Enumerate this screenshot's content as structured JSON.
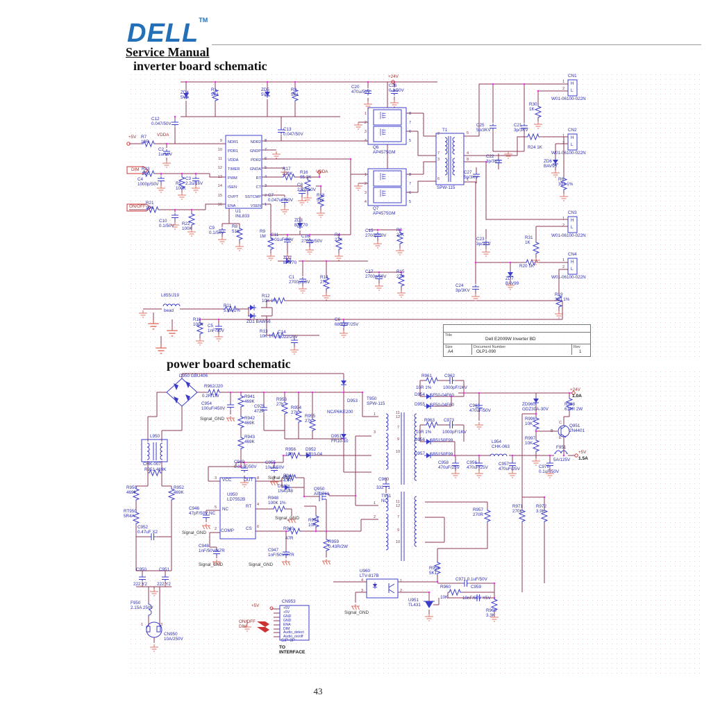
{
  "header": {
    "logo": "DELL",
    "tm": "TM",
    "manual_title": "Service Manual"
  },
  "sections": {
    "inverter_heading": "inverter board schematic",
    "power_heading": "power board schematic"
  },
  "title_block": {
    "title_label": "Title",
    "title": "Dell E2009W  Inverter BD",
    "size_label": "Size",
    "size": "A4",
    "doc_label": "Document Number",
    "doc": "OLP1-090",
    "rev_label": "Rev",
    "rev": "1"
  },
  "page_number": "43",
  "colors": {
    "wire": "#8d3a57",
    "component_blue": "#3c3cc8",
    "label_blue": "#2e2eb0",
    "label_red": "#a03434",
    "ground_red": "#e07468",
    "junction_magenta": "#ee2fee",
    "logo_blue": "#2470b8"
  },
  "inverter_labels": [
    [
      "ZD4\n5V6",
      260,
      131,
      "b"
    ],
    [
      "R1\n5K1",
      304,
      127,
      "b"
    ],
    [
      "ZD5\n5V6",
      376,
      127,
      "b"
    ],
    [
      "R2\n5K1",
      419,
      127,
      "b"
    ],
    [
      "+24V",
      559,
      108,
      "r"
    ],
    [
      "C20\n470u/50V",
      506,
      123,
      "b"
    ],
    [
      "C26\n0.1/50V",
      560,
      121,
      "b"
    ],
    [
      "C12\n0.047/50V",
      218,
      169,
      "b"
    ],
    [
      "C13\n0.047/50V",
      408,
      184,
      "b"
    ],
    [
      "VDDA",
      226,
      192,
      "r"
    ],
    [
      "+5V",
      185,
      195,
      "r"
    ],
    [
      "R7\n10R",
      203,
      195,
      "b"
    ],
    [
      "C2\n1u/16V",
      228,
      213,
      "b"
    ],
    [
      "DIM",
      189,
      242,
      "r"
    ],
    [
      "R23\n10K",
      204,
      241,
      "b"
    ],
    [
      "C4\n1000p/50V",
      198,
      256,
      "b"
    ],
    [
      "R5\n100K",
      253,
      262,
      "b"
    ],
    [
      "C3\n2.2u/16V",
      267,
      255,
      "b"
    ],
    [
      "ON/OFF",
      186,
      295,
      "r"
    ],
    [
      "R21\n10K",
      210,
      290,
      "b"
    ],
    [
      "C10\n0.1/50V",
      229,
      316,
      "b"
    ],
    [
      "R22\n100K",
      262,
      320,
      "b"
    ],
    [
      "C9\n0.1/50V",
      301,
      326,
      "b"
    ],
    [
      "R8\n51K",
      334,
      324,
      "b"
    ],
    [
      "U1\nINL833",
      339,
      302,
      "b"
    ],
    [
      "R17\n330K",
      407,
      241,
      "b"
    ],
    [
      "VDDA",
      455,
      245,
      "r"
    ],
    [
      "R16\n95.3K",
      432,
      246,
      "b"
    ],
    [
      "C8\n220p/50V",
      428,
      264,
      "b"
    ],
    [
      "R18\n51K",
      456,
      279,
      "b"
    ],
    [
      "C7\n0.047uF/50V",
      386,
      279,
      "b"
    ],
    [
      "R9\n1M",
      374,
      331,
      "b"
    ],
    [
      "C11\n0.01uF/50V",
      390,
      336,
      "b"
    ],
    [
      "ZD3\nBAV70",
      424,
      315,
      "b"
    ],
    [
      "C16\n2700p/50V",
      434,
      338,
      "b"
    ],
    [
      "R4\n27K",
      482,
      336,
      "b"
    ],
    [
      "ZD2\nBAV70",
      408,
      369,
      "b"
    ],
    [
      "C1\n2700p/50V",
      416,
      397,
      "b"
    ],
    [
      "R14\n27K",
      461,
      397,
      "b"
    ],
    [
      "Q6\nAP4575GM",
      537,
      210,
      "b"
    ],
    [
      "Q7\nAP4575GM",
      537,
      298,
      "b"
    ],
    [
      "T1",
      637,
      185,
      "b"
    ],
    [
      "SPW-115",
      629,
      268,
      "b"
    ],
    [
      "C25\n5p/3KV",
      686,
      178,
      "b"
    ],
    [
      "C21\n3p/3KV",
      740,
      178,
      "b"
    ],
    [
      "R30\n1K",
      762,
      148,
      "b"
    ],
    [
      "C22\n3p/3KV",
      700,
      223,
      "b"
    ],
    [
      "C27\n5p/3KV",
      668,
      246,
      "b"
    ],
    [
      "R24  1K",
      760,
      210,
      "b"
    ],
    [
      "ZD6\nBAV99",
      783,
      230,
      "b"
    ],
    [
      "R6\n393 1%",
      804,
      256,
      "b"
    ],
    [
      "C15\n2700p/50V",
      526,
      330,
      "b"
    ],
    [
      "R3\n27K",
      571,
      329,
      "b"
    ],
    [
      "C17\n2700p/50V",
      526,
      389,
      "b"
    ],
    [
      "R15\n27K",
      571,
      389,
      "b"
    ],
    [
      "C23\n3p/3KV",
      686,
      342,
      "b"
    ],
    [
      "C24\n3p/3KV",
      656,
      409,
      "b"
    ],
    [
      "R31\n1K",
      756,
      340,
      "b"
    ],
    [
      "R20    1K",
      748,
      381,
      "b"
    ],
    [
      "ZD7\nBAV99",
      728,
      399,
      "b"
    ],
    [
      "R19\n393 1%",
      799,
      422,
      "b"
    ],
    [
      "L855/J19",
      232,
      423,
      "b"
    ],
    [
      "bead",
      236,
      445,
      "b"
    ],
    [
      "R11\n5.1K 1%",
      322,
      438,
      "b"
    ],
    [
      "R12\n10K 1%",
      377,
      424,
      "b"
    ],
    [
      "ZD1   BAW56",
      355,
      461,
      "b"
    ],
    [
      "R13\n10K 1%",
      374,
      475,
      "b"
    ],
    [
      "R10\n100K",
      278,
      458,
      "b"
    ],
    [
      "C5\n1nF/50V",
      299,
      467,
      "b"
    ],
    [
      "C14\n0.022/25V",
      400,
      476,
      "b"
    ],
    [
      "C6\n6800pF/25V",
      482,
      458,
      "b"
    ],
    [
      "CN1",
      818,
      107,
      "b"
    ],
    [
      "W01-06100-022N",
      794,
      140,
      "b"
    ],
    [
      "CN2",
      818,
      185,
      "b"
    ],
    [
      "W01-06100-022N",
      794,
      218,
      "b"
    ],
    [
      "CN3",
      818,
      304,
      "b"
    ],
    [
      "W01-06100-022N",
      794,
      337,
      "b"
    ],
    [
      "CN4",
      818,
      364,
      "b"
    ],
    [
      "W01-06100-022N",
      794,
      397,
      "b"
    ],
    [
      "H",
      822,
      118,
      "b"
    ],
    [
      "L",
      822,
      128,
      "b"
    ],
    [
      "1",
      810,
      115,
      "p"
    ],
    [
      "2",
      810,
      125,
      "p"
    ],
    [
      "H",
      822,
      196,
      "b"
    ],
    [
      "L",
      822,
      206,
      "b"
    ],
    [
      "1",
      810,
      193,
      "p"
    ],
    [
      "2",
      810,
      203,
      "p"
    ],
    [
      "H",
      822,
      315,
      "b"
    ],
    [
      "L",
      822,
      325,
      "b"
    ],
    [
      "1",
      810,
      312,
      "p"
    ],
    [
      "2",
      810,
      322,
      "p"
    ],
    [
      "H",
      822,
      375,
      "b"
    ],
    [
      "L",
      822,
      385,
      "b"
    ],
    [
      "1",
      810,
      372,
      "p"
    ],
    [
      "2",
      810,
      382,
      "p"
    ],
    [
      "9\n10\n11\n12\n13\n14\n15\n16",
      306,
      197,
      "nl"
    ],
    [
      "NDR1\nPDR1\nVDDA\nTIMER\nPWM\nISEN\nOVPT\nENA",
      328,
      199,
      "pn"
    ],
    [
      "NDR2\nGNDP\nPDR2\nGNDA\nRT\nCT\nSSTCMP\nVSEN",
      349,
      199,
      "pnr"
    ],
    [
      "8\n7\n6\n5\n4\n3\n2\n1",
      381,
      197,
      "pn"
    ],
    [
      "1\n2\n3\n4",
      514,
      158,
      "nl"
    ],
    [
      "8\n7\n6\n5",
      589,
      158,
      "pn"
    ],
    [
      "1\n2\n3\n4",
      514,
      246,
      "nl"
    ],
    [
      "8\n7\n6\n5",
      589,
      246,
      "pn"
    ],
    [
      "2",
      630,
      190,
      "p"
    ],
    [
      "7",
      630,
      218,
      "p"
    ],
    [
      "3",
      630,
      227,
      "p"
    ],
    [
      "6",
      630,
      255,
      "p"
    ],
    [
      "5",
      672,
      189,
      "p"
    ],
    [
      "4",
      672,
      218,
      "p"
    ],
    [
      "8",
      672,
      227,
      "p"
    ],
    [
      "1",
      672,
      256,
      "p"
    ]
  ],
  "power_labels": [
    [
      "D950   GBU406",
      258,
      539,
      "b"
    ],
    [
      "R962/J20",
      294,
      554,
      "b"
    ],
    [
      "0.2R/1W",
      291,
      568,
      "b"
    ],
    [
      "C954\n100uF/450V",
      290,
      579,
      "b"
    ],
    [
      "Signal_GND",
      288,
      601,
      "k"
    ],
    [
      "R941\n469K",
      352,
      569,
      "b"
    ],
    [
      "R942\n469K",
      352,
      600,
      "b"
    ],
    [
      "R943\n469K",
      352,
      627,
      "b"
    ],
    [
      "C975\n472P",
      366,
      583,
      "b"
    ],
    [
      "R953\n27K",
      398,
      573,
      "b"
    ],
    [
      "R954\n27K",
      419,
      585,
      "b"
    ],
    [
      "R955\n27K",
      439,
      597,
      "b"
    ],
    [
      "D953",
      500,
      575,
      "b"
    ],
    [
      "NC/P6KE200",
      471,
      591,
      "b"
    ],
    [
      "D951\nFR10-10",
      477,
      626,
      "b"
    ],
    [
      "T950\nSPW-115",
      528,
      572,
      "b"
    ],
    [
      "R961",
      607,
      539,
      "b"
    ],
    [
      "10R 1%",
      599,
      556,
      "b"
    ],
    [
      "C962",
      640,
      539,
      "b"
    ],
    [
      "1000pF/1KV",
      638,
      556,
      "b"
    ],
    [
      "D954",
      597,
      566,
      "b"
    ],
    [
      "SF50-04F60",
      619,
      567,
      "b"
    ],
    [
      "D955",
      597,
      580,
      "b"
    ],
    [
      "SF50-04F60",
      619,
      581,
      "b"
    ],
    [
      "C963\n470uF/50V",
      676,
      582,
      "b"
    ],
    [
      "R963",
      611,
      603,
      "b"
    ],
    [
      "10R 1%",
      599,
      620,
      "b"
    ],
    [
      "C973",
      639,
      603,
      "b"
    ],
    [
      "1000pF/1KV",
      637,
      620,
      "b"
    ],
    [
      "D956",
      597,
      631,
      "b"
    ],
    [
      "SB5150F99",
      619,
      632,
      "b"
    ],
    [
      "D957",
      597,
      651,
      "b"
    ],
    [
      "SB5150F99",
      619,
      652,
      "b"
    ],
    [
      "L954\nCHK-063",
      708,
      634,
      "b"
    ],
    [
      "C958\n470uF/25V",
      631,
      664,
      "b"
    ],
    [
      "C956\n470uF/25V",
      672,
      664,
      "b"
    ],
    [
      "C957\n470uF/25V",
      718,
      666,
      "b"
    ],
    [
      "C976\n0.1uF/50V",
      776,
      670,
      "b"
    ],
    [
      "F951",
      801,
      642,
      "b"
    ],
    [
      "5A/125V",
      797,
      660,
      "b"
    ],
    [
      "+5V",
      833,
      649,
      "r"
    ],
    [
      "1.5A",
      833,
      657,
      "kb"
    ],
    [
      "+24V",
      821,
      559,
      "r"
    ],
    [
      "1.0A",
      824,
      567,
      "kb"
    ],
    [
      "ZD960\nGDZ30A-30V",
      752,
      580,
      "b"
    ],
    [
      "R988\n610R 2W",
      813,
      580,
      "b"
    ],
    [
      "R996\n10K",
      756,
      601,
      "b"
    ],
    [
      "R997\n10K",
      756,
      629,
      "b"
    ],
    [
      "Q951\n2N4401",
      820,
      611,
      "b"
    ],
    [
      "C",
      805,
      606,
      "p"
    ],
    [
      "B",
      793,
      618,
      "p"
    ],
    [
      "E",
      805,
      628,
      "p"
    ],
    [
      "L950",
      216,
      626,
      "b"
    ],
    [
      "CHK-007",
      206,
      666,
      "b"
    ],
    [
      "R951   469K",
      208,
      674,
      "b"
    ],
    [
      "R950\n469K",
      182,
      700,
      "b"
    ],
    [
      "R952\n469K",
      250,
      700,
      "b"
    ],
    [
      "RT950\n5R4A",
      178,
      734,
      "b"
    ],
    [
      "C952\n0.47uF X2",
      198,
      757,
      "b"
    ],
    [
      "C950",
      196,
      818,
      "b"
    ],
    [
      "222 Y2",
      192,
      839,
      "b"
    ],
    [
      "C951",
      229,
      818,
      "b"
    ],
    [
      "222 Y2",
      226,
      839,
      "b"
    ],
    [
      "F950\n2.15A 250V",
      188,
      866,
      "b"
    ],
    [
      "CN950\n10A/250V",
      236,
      911,
      "b"
    ],
    [
      "1",
      203,
      897,
      "p"
    ],
    [
      "3",
      231,
      897,
      "p"
    ],
    [
      "U950\nLD7552B",
      327,
      710,
      "b"
    ],
    [
      "VCC",
      320,
      689,
      "b"
    ],
    [
      "NC",
      320,
      731,
      "b"
    ],
    [
      "COMP",
      318,
      762,
      "b"
    ],
    [
      "OUT",
      351,
      689,
      "b"
    ],
    [
      "RT",
      354,
      727,
      "b"
    ],
    [
      "CS",
      354,
      759,
      "b"
    ],
    [
      "3",
      309,
      686,
      "p"
    ],
    [
      "5",
      309,
      728,
      "p"
    ],
    [
      "2",
      309,
      759,
      "p"
    ],
    [
      "8",
      370,
      686,
      "p"
    ],
    [
      "4",
      370,
      724,
      "p"
    ],
    [
      "6",
      370,
      756,
      "p"
    ],
    [
      "C946\n47pF/50V NC",
      272,
      730,
      "b"
    ],
    [
      "Signal_GND",
      262,
      765,
      "k"
    ],
    [
      "C948\n1nF/50V/X7R",
      286,
      784,
      "b"
    ],
    [
      "Signal_GND",
      286,
      811,
      "k"
    ],
    [
      "C947\n1nF/50V/X7R",
      386,
      790,
      "b"
    ],
    [
      "Signal_GND",
      358,
      811,
      "k"
    ],
    [
      "C949\n0.01uF/50V",
      337,
      663,
      "b"
    ],
    [
      "C955\n10uF/50V",
      382,
      664,
      "b"
    ],
    [
      "Signal_GND",
      386,
      686,
      "k"
    ],
    [
      "R956\n10R",
      411,
      645,
      "b"
    ],
    [
      "D952\nSF10-04",
      440,
      645,
      "b"
    ],
    [
      "R944\n47R",
      408,
      683,
      "b"
    ],
    [
      "D941\n1N4148",
      400,
      698,
      "b"
    ],
    [
      "R948\n100K 1%",
      386,
      715,
      "b"
    ],
    [
      "Signal_GND",
      396,
      744,
      "k"
    ],
    [
      "Q950\nAP2761",
      452,
      702,
      "b"
    ],
    [
      "R994\n10K",
      444,
      747,
      "b"
    ],
    [
      "R940",
      408,
      759,
      "b"
    ],
    [
      "47R",
      411,
      773,
      "b"
    ],
    [
      "R959\n0.43R/2W",
      473,
      778,
      "b"
    ],
    [
      "C960",
      545,
      688,
      "b"
    ],
    [
      "332 Y1",
      542,
      700,
      "b"
    ],
    [
      "T951\nNC",
      549,
      712,
      "b"
    ],
    [
      "U960\nLTV-817B",
      518,
      820,
      "b"
    ],
    [
      "Signal_GND",
      496,
      880,
      "k"
    ],
    [
      "R958\n5K1",
      618,
      816,
      "b"
    ],
    [
      "R960",
      634,
      843,
      "b"
    ],
    [
      "10K",
      634,
      858,
      "b"
    ],
    [
      "C971  0.1uF/50V",
      656,
      832,
      "b"
    ],
    [
      "C959",
      678,
      843,
      "b"
    ],
    [
      "10nF/50V Y5V",
      666,
      859,
      "b"
    ],
    [
      "R968\n3.3K",
      700,
      877,
      "b"
    ],
    [
      "U951\nTL431",
      588,
      862,
      "b"
    ],
    [
      "R957\n270R",
      681,
      732,
      "b"
    ],
    [
      "R971\n270K",
      738,
      727,
      "b"
    ],
    [
      "R972\n3.9K",
      772,
      727,
      "b"
    ],
    [
      "CN953",
      406,
      864,
      "b"
    ],
    [
      "+5V\n+5V\nGND\nGND\nENA\nDIM\nAudio_detect\nAudio_on/off",
      408,
      874,
      "cn"
    ],
    [
      "SIP-9P",
      405,
      920,
      "b"
    ],
    [
      "TO\nINTERFACE",
      402,
      929,
      "kb"
    ],
    [
      "ON/OFF\nDIM",
      344,
      893,
      "r"
    ],
    [
      "+5V",
      362,
      870,
      "r"
    ],
    [
      "4",
      520,
      833,
      "p"
    ],
    [
      "3",
      520,
      848,
      "p"
    ],
    [
      "1",
      576,
      834,
      "p"
    ],
    [
      "2",
      576,
      848,
      "p"
    ],
    [
      "1",
      538,
      594,
      "p"
    ],
    [
      "3",
      538,
      620,
      "p"
    ],
    [
      "11",
      570,
      592,
      "p"
    ],
    [
      "12",
      570,
      598,
      "p"
    ],
    [
      "7",
      572,
      613,
      "p"
    ],
    [
      "9",
      572,
      630,
      "p"
    ],
    [
      "10",
      570,
      648,
      "p"
    ],
    [
      "1",
      538,
      722,
      "p"
    ],
    [
      "2",
      538,
      742,
      "p"
    ],
    [
      "11",
      570,
      720,
      "p"
    ],
    [
      "12",
      570,
      726,
      "p"
    ],
    [
      "7",
      572,
      742,
      "p"
    ],
    [
      "9",
      572,
      761,
      "p"
    ],
    [
      "10",
      570,
      778,
      "p"
    ]
  ]
}
